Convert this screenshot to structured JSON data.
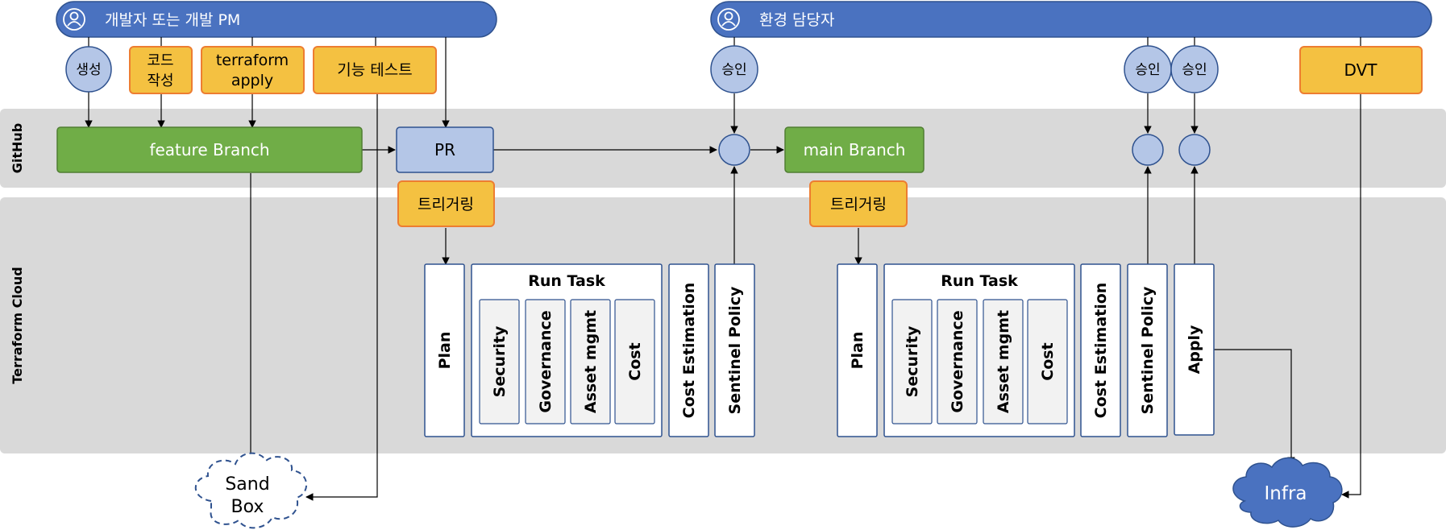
{
  "actors": {
    "developer": "개발자 또는 개발 PM",
    "env_owner": "환경 담당자"
  },
  "lanes": {
    "github": "GitHub",
    "terraform": "Terraform Cloud"
  },
  "dev_actions": {
    "create": "생성",
    "code_line1": "코드",
    "code_line2": "작성",
    "apply_line1": "terraform",
    "apply_line2": "apply",
    "func_test": "기능 테스트"
  },
  "approvals": {
    "approve": "승인"
  },
  "dvt": "DVT",
  "branches": {
    "feature": "feature Branch",
    "pr": "PR",
    "main": "main Branch"
  },
  "triggering": "트리거링",
  "pipeline": {
    "plan": "Plan",
    "run_task": "Run Task",
    "security": "Security",
    "governance": "Governance",
    "asset": "Asset mgmt",
    "cost": "Cost",
    "cost_estimation": "Cost Estimation",
    "sentinel": "Sentinel Policy",
    "apply": "Apply"
  },
  "sandbox_line1": "Sand",
  "sandbox_line2": "Box",
  "infra": "Infra",
  "colors": {
    "actor_blue": "#4a72c0",
    "light_blue": "#b4c6e7",
    "orange": "#f4c141",
    "orange_border": "#ed7d31",
    "green": "#70ad47",
    "lane_gray": "#d9d9d9",
    "cloud_blue": "#4a72c0"
  }
}
